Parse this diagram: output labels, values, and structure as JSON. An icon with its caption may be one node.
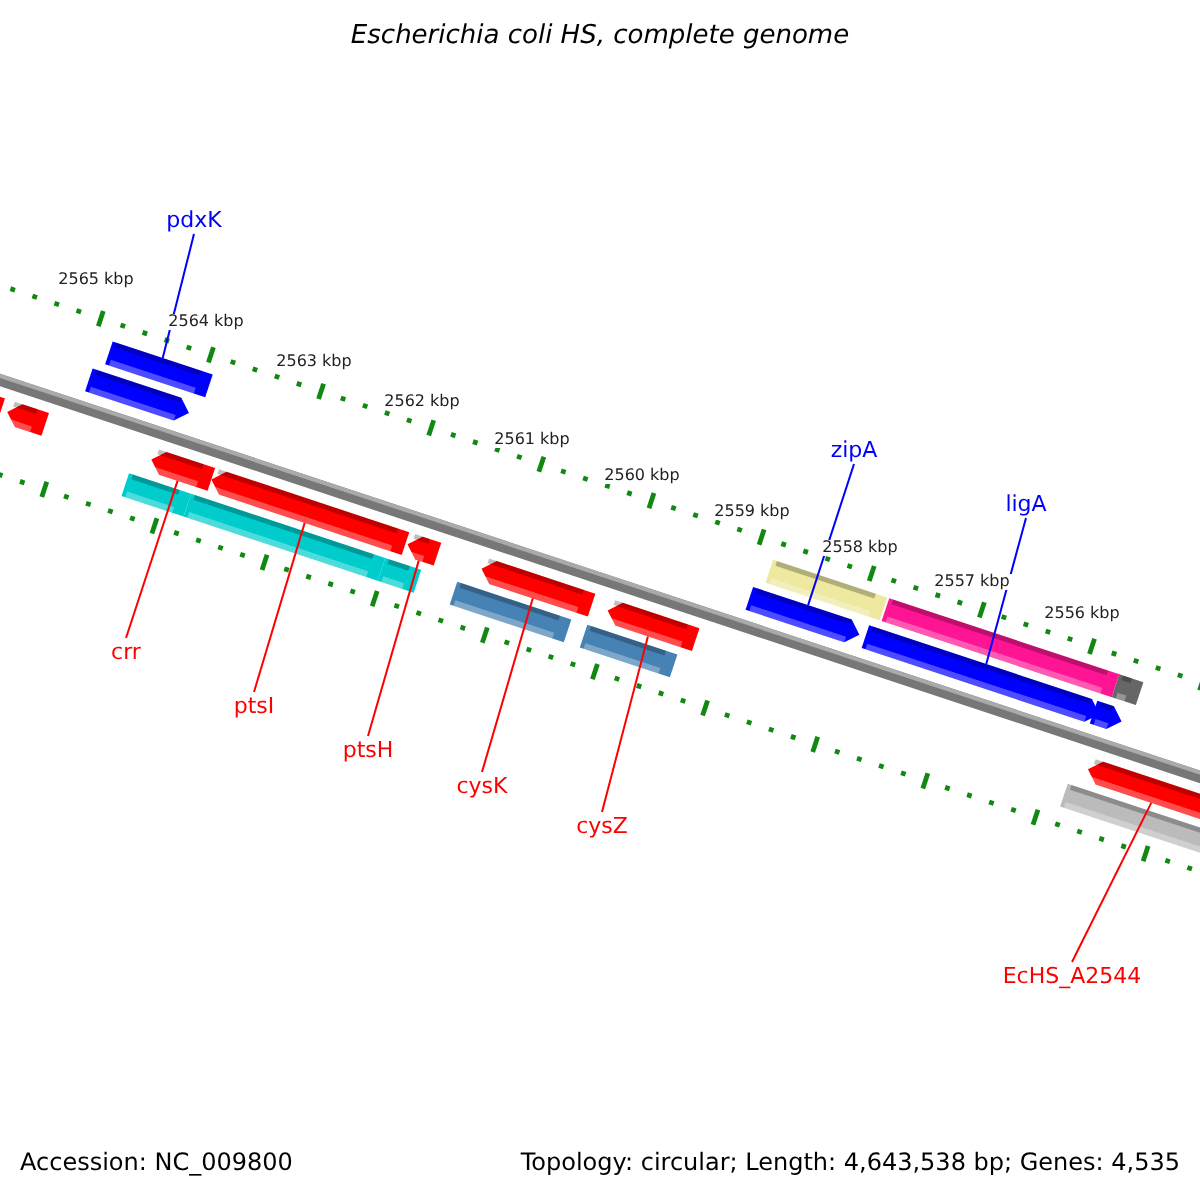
{
  "diagram": {
    "title": "Escherichia coli HS, complete genome",
    "nodes": [
      {
        "text": [
          "pdxK"
        ]
      },
      {
        "text": [],
        "shape": "bar"
      },
      {
        "text": [
          "zipA"
        ]
      },
      {
        "text": [],
        "shape": "bar"
      },
      {
        "text": [
          "ligA"
        ]
      },
      {
        "text": [],
        "shape": "bar"
      },
      {
        "text": [
          "crr"
        ]
      },
      {
        "text": [],
        "shape": "bar"
      },
      {
        "text": [
          "ptsI"
        ]
      },
      {
        "text": [],
        "shape": "bar"
      },
      {
        "text": [
          "ptsH"
        ]
      },
      {
        "text": [],
        "shape": "bar"
      },
      {
        "text": [
          "cysK"
        ]
      },
      {
        "text": [],
        "shape": "bar"
      },
      {
        "text": [
          "cysZ"
        ]
      },
      {
        "text": [],
        "shape": "bar"
      },
      {
        "text": [
          "EcHS_A2544"
        ]
      },
      {
        "text": [],
        "shape": "bar"
      },
      {
        "text": [],
        "shape": "bar"
      },
      {
        "text": [],
        "shape": "bar"
      },
      {
        "text": [],
        "shape": "bar"
      },
      {
        "text": [],
        "shape": "bar"
      },
      {
        "text": [],
        "shape": "bar"
      },
      {
        "text": [],
        "shape": "bar"
      },
      {
        "text": [],
        "shape": "bar"
      },
      {
        "text": [],
        "shape": "bar"
      },
      {
        "text": [],
        "shape": "bar"
      },
      {
        "text": [],
        "shape": "bar"
      },
      {
        "text": [],
        "shape": "bar"
      },
      {
        "text": [],
        "shape": "bar"
      },
      {
        "text": [],
        "shape": "bar"
      }
    ],
    "edges": [
      {
        "from": 0,
        "to": 1,
        "arrow": "none",
        "color": "#0000ff"
      },
      {
        "from": 2,
        "to": 3,
        "arrow": "none",
        "color": "#0000ff"
      },
      {
        "from": 4,
        "to": 5,
        "arrow": "none",
        "color": "#0000ff"
      },
      {
        "from": 6,
        "to": 7,
        "arrow": "none"
      },
      {
        "from": 8,
        "to": 9,
        "arrow": "none"
      },
      {
        "from": 10,
        "to": 11,
        "arrow": "none"
      },
      {
        "from": 12,
        "to": 13,
        "arrow": "none"
      },
      {
        "from": 14,
        "to": 15,
        "arrow": "none"
      },
      {
        "from": 16,
        "to": 17,
        "arrow": "none"
      }
    ],
    "labels": [
      "2565 kbp",
      "2564 kbp",
      "2563 kbp",
      "2562 kbp",
      "2561 kbp",
      "2560 kbp",
      "2559 kbp",
      "2558 kbp",
      "2557 kbp",
      "2556 kbp",
      "Accession: NC_009800",
      "Topology: circular; Length: 4,643,538 bp; Genes: 4,535"
    ]
  }
}
